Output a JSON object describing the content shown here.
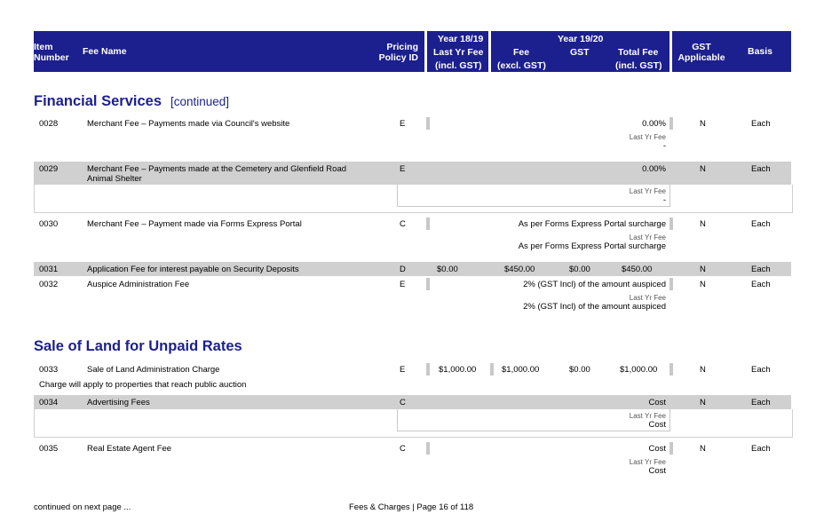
{
  "header": {
    "item_number": "Item Number",
    "fee_name": "Fee Name",
    "pricing_policy": "Pricing Policy ID",
    "year_prev": "Year 18/19",
    "last_yr_fee": "Last Yr Fee",
    "incl_gst": "(incl. GST)",
    "year_curr": "Year 19/20",
    "fee": "Fee",
    "excl_gst": "(excl. GST)",
    "gst": "GST",
    "total_fee": "Total Fee",
    "incl_gst2": "(incl. GST)",
    "gst_applicable": "GST Applicable",
    "basis": "Basis"
  },
  "sections": {
    "financial": {
      "title": "Financial Services",
      "continued": "[continued]"
    },
    "sale": {
      "title": "Sale of Land for Unpaid Rates"
    }
  },
  "rows": [
    {
      "item": "0028",
      "name": "Merchant Fee – Payments made via Council's website",
      "policy": "E",
      "last": "",
      "fee": "",
      "gst": "",
      "total": "0.00%",
      "ly_label": "Last Yr Fee",
      "ly_value": "-",
      "applicable": "N",
      "basis": "Each"
    },
    {
      "item": "0029",
      "name": "Merchant Fee – Payments made at the Cemetery and Glenfield Road Animal Shelter",
      "policy": "E",
      "last": "",
      "fee": "",
      "gst": "",
      "total": "0.00%",
      "ly_label": "Last Yr Fee",
      "ly_value": "-",
      "applicable": "N",
      "basis": "Each"
    },
    {
      "item": "0030",
      "name": "Merchant Fee – Payment made via Forms Express Portal",
      "policy": "C",
      "last": "",
      "fee": "",
      "gst": "",
      "total": "As per Forms Express Portal surcharge",
      "ly_label": "Last Yr Fee",
      "ly_value": "As per Forms Express Portal surcharge",
      "applicable": "N",
      "basis": "Each"
    },
    {
      "item": "0031",
      "name": "Application Fee for interest payable on Security Deposits",
      "policy": "D",
      "last": "$0.00",
      "fee": "$450.00",
      "gst": "$0.00",
      "total": "$450.00",
      "applicable": "N",
      "basis": "Each"
    },
    {
      "item": "0032",
      "name": "Auspice Administration Fee",
      "policy": "E",
      "last": "",
      "fee": "",
      "gst": "",
      "total": "2% (GST Incl) of the amount auspiced",
      "ly_label": "Last Yr Fee",
      "ly_value": "2% (GST Incl) of the amount auspiced",
      "applicable": "N",
      "basis": "Each"
    },
    {
      "item": "0033",
      "name": "Sale of Land Administration Charge",
      "policy": "E",
      "last": "$1,000.00",
      "fee": "$1,000.00",
      "gst": "$0.00",
      "total": "$1,000.00",
      "applicable": "N",
      "basis": "Each",
      "note": "Charge will apply to properties that reach public auction"
    },
    {
      "item": "0034",
      "name": "Advertising Fees",
      "policy": "C",
      "last": "",
      "fee": "",
      "gst": "",
      "total": "Cost",
      "ly_label": "Last Yr Fee",
      "ly_value": "Cost",
      "applicable": "N",
      "basis": "Each"
    },
    {
      "item": "0035",
      "name": "Real Estate Agent Fee",
      "policy": "C",
      "last": "",
      "fee": "",
      "gst": "",
      "total": "Cost",
      "ly_label": "Last Yr Fee",
      "ly_value": "Cost",
      "applicable": "N",
      "basis": "Each"
    }
  ],
  "footer": {
    "continued": "continued on next page ...",
    "page": "Fees & Charges | Page 16 of 118"
  }
}
